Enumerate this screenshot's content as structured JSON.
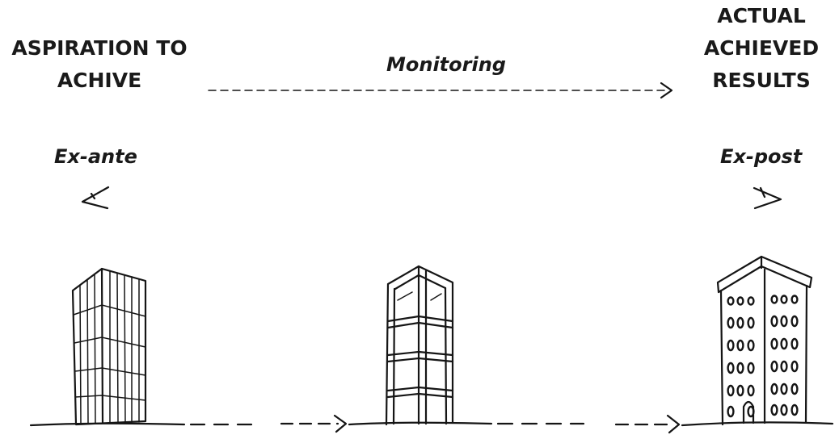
{
  "labels": {
    "aspiration": "ASPIRATION TO\nACHIVE",
    "actual": "ACTUAL\nACHIEVED\nRESULTS",
    "monitoring": "Monitoring",
    "ex_ante": "Ex-ante",
    "ex_post": "Ex-post"
  },
  "stages": [
    {
      "name": "glass-tower"
    },
    {
      "name": "structural-frame-tower"
    },
    {
      "name": "finished-building"
    }
  ]
}
